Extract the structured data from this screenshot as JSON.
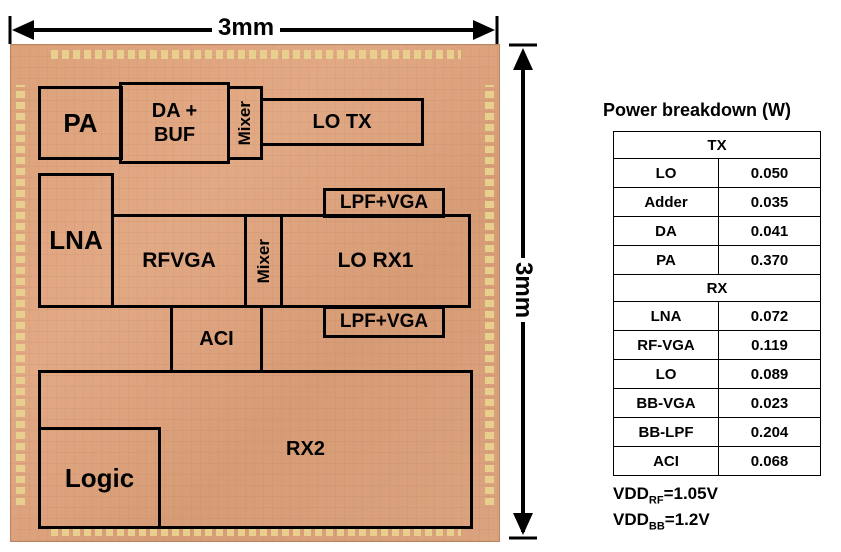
{
  "dimensions": {
    "width_label": "3mm",
    "height_label": "3mm"
  },
  "blocks": {
    "pa": "PA",
    "da_buf_line1": "DA +",
    "da_buf_line2": "BUF",
    "mixer_tx": "Mixer",
    "lo_tx": "LO TX",
    "lpf_vga_top": "LPF+VGA",
    "lna": "LNA",
    "rfvga": "RFVGA",
    "mixer_rx": "Mixer",
    "lo_rx1": "LO RX1",
    "lpf_vga_bottom": "LPF+VGA",
    "aci": "ACI",
    "rx2": "RX2",
    "logic": "Logic"
  },
  "power_table": {
    "title": "Power breakdown (W)",
    "tx_header": "TX",
    "tx_rows": [
      {
        "name": "LO",
        "value": "0.050"
      },
      {
        "name": "Adder",
        "value": "0.035"
      },
      {
        "name": "DA",
        "value": "0.041"
      },
      {
        "name": "PA",
        "value": "0.370"
      }
    ],
    "rx_header": "RX",
    "rx_rows": [
      {
        "name": "LNA",
        "value": "0.072"
      },
      {
        "name": "RF-VGA",
        "value": "0.119"
      },
      {
        "name": "LO",
        "value": "0.089"
      },
      {
        "name": "BB-VGA",
        "value": "0.023"
      },
      {
        "name": "BB-LPF",
        "value": "0.204"
      },
      {
        "name": "ACI",
        "value": "0.068"
      }
    ]
  },
  "supply": {
    "vdd_rf_prefix": "VDD",
    "vdd_rf_sub": "RF",
    "vdd_rf_value": "=1.05V",
    "vdd_bb_prefix": "VDD",
    "vdd_bb_sub": "BB",
    "vdd_bb_value": "=1.2V"
  },
  "colors": {
    "die": "#dca27a",
    "pads": "#e8cf8e",
    "block_border": "#000000"
  }
}
